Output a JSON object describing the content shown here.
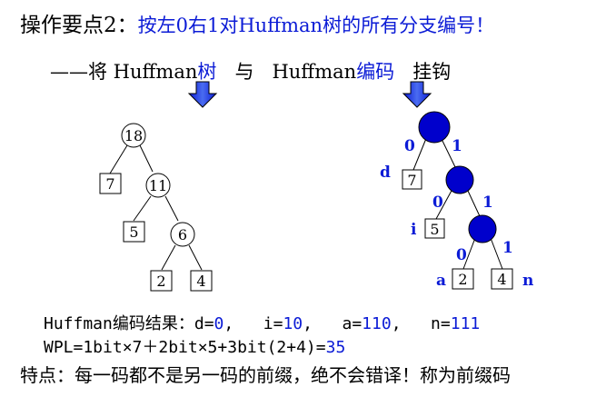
{
  "header": {
    "title_label": "操作要点2：",
    "title_text": "按左0右1对Huffman树的所有分支编号！"
  },
  "subtitle": {
    "dash": "——",
    "pre": "将 Huffman",
    "tree_word": "树",
    "mid": "与",
    "huffman": "Huffman",
    "code_word": "编码",
    "post": "挂钩"
  },
  "left_tree": {
    "nodes": [
      "18",
      "7",
      "11",
      "5",
      "6",
      "2",
      "4"
    ]
  },
  "right_tree": {
    "leaves": [
      "7",
      "5",
      "2",
      "4"
    ],
    "leaf_names": [
      "d",
      "i",
      "a",
      "n"
    ],
    "edge_labels": [
      "0",
      "1",
      "0",
      "1",
      "0",
      "1"
    ]
  },
  "results": {
    "label": "Huffman编码结果：",
    "d": "d=",
    "d_val": "0",
    "sep1": ",   ",
    "i": "i=",
    "i_val": "10",
    "sep2": ",   ",
    "a": "a=",
    "a_val": "110",
    "sep3": ",   ",
    "n": "n=",
    "n_val": "111"
  },
  "wpl": {
    "text": "WPL=1bit×7＋2bit×5+3bit(2+4)=",
    "value": "35"
  },
  "note": "特点：每一码都不是另一码的前缀，绝不会错译！称为前缀码",
  "colors": {
    "accent": "#0b1bd6",
    "node_fill": "#0000cc"
  }
}
